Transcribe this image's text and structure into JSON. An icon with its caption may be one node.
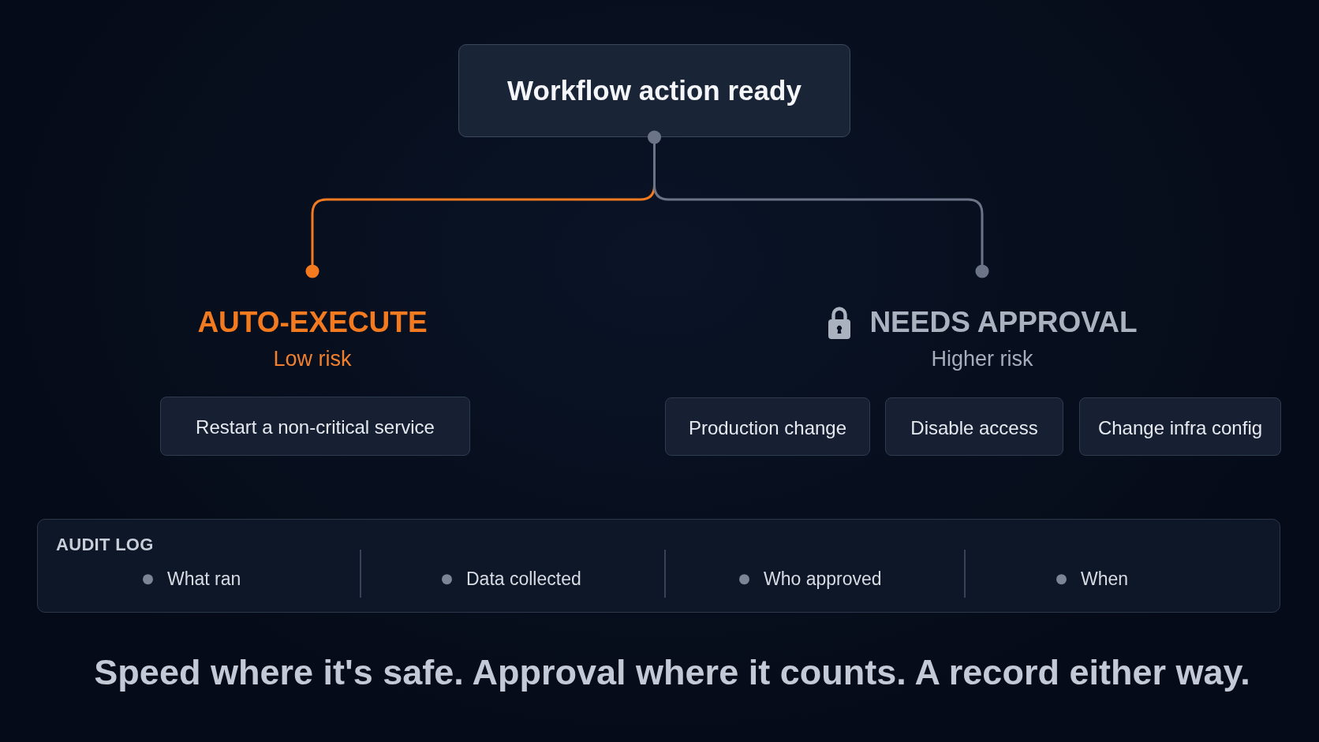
{
  "diagram": {
    "nodes": [
      {
        "text": [
          "Workflow action ready"
        ]
      },
      {
        "text": [
          "AUTO-EXECUTE",
          "Low risk"
        ]
      },
      {
        "text": [
          "Restart a non-critical service"
        ]
      },
      {
        "text": [
          "NEEDS APPROVAL",
          "Higher risk"
        ]
      },
      {
        "text": [
          "Production change"
        ]
      },
      {
        "text": [
          "Disable access"
        ]
      },
      {
        "text": [
          "Change infra config"
        ]
      },
      {
        "text": [
          "AUDIT LOG",
          "What ran",
          "Data collected",
          "Who approved",
          "When"
        ]
      }
    ],
    "edges": [
      {
        "from": 0,
        "to": 1,
        "arrow": "other",
        "color": "#f47a20"
      },
      {
        "from": 0,
        "to": 3,
        "arrow": "other",
        "color": "#6b7587"
      }
    ],
    "caption": "Speed where it's safe. Approval where it counts. A record either way."
  }
}
